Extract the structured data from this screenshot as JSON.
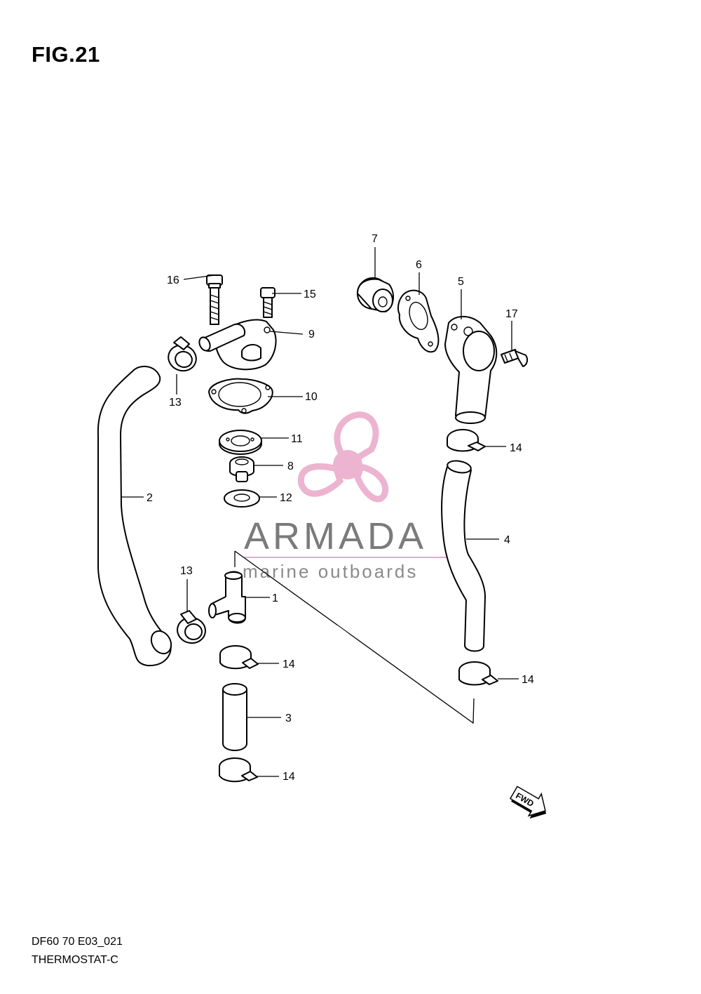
{
  "figure": {
    "title": "FIG.21"
  },
  "footer": {
    "code": "DF60 70 E03_021",
    "name": "THERMOSTAT-C"
  },
  "watermark": {
    "brand": "ARMADA",
    "tagline": "marine outboards",
    "color": "#e9a7c8"
  },
  "fwd_label": "FWD",
  "callouts": {
    "c1": "1",
    "c2": "2",
    "c3": "3",
    "c4": "4",
    "c5": "5",
    "c6": "6",
    "c7": "7",
    "c8": "8",
    "c9": "9",
    "c10": "10",
    "c11": "11",
    "c12": "12",
    "c13a": "13",
    "c13b": "13",
    "c14a": "14",
    "c14b": "14",
    "c14c": "14",
    "c14d": "14",
    "c15": "15",
    "c16": "16",
    "c17": "17"
  }
}
